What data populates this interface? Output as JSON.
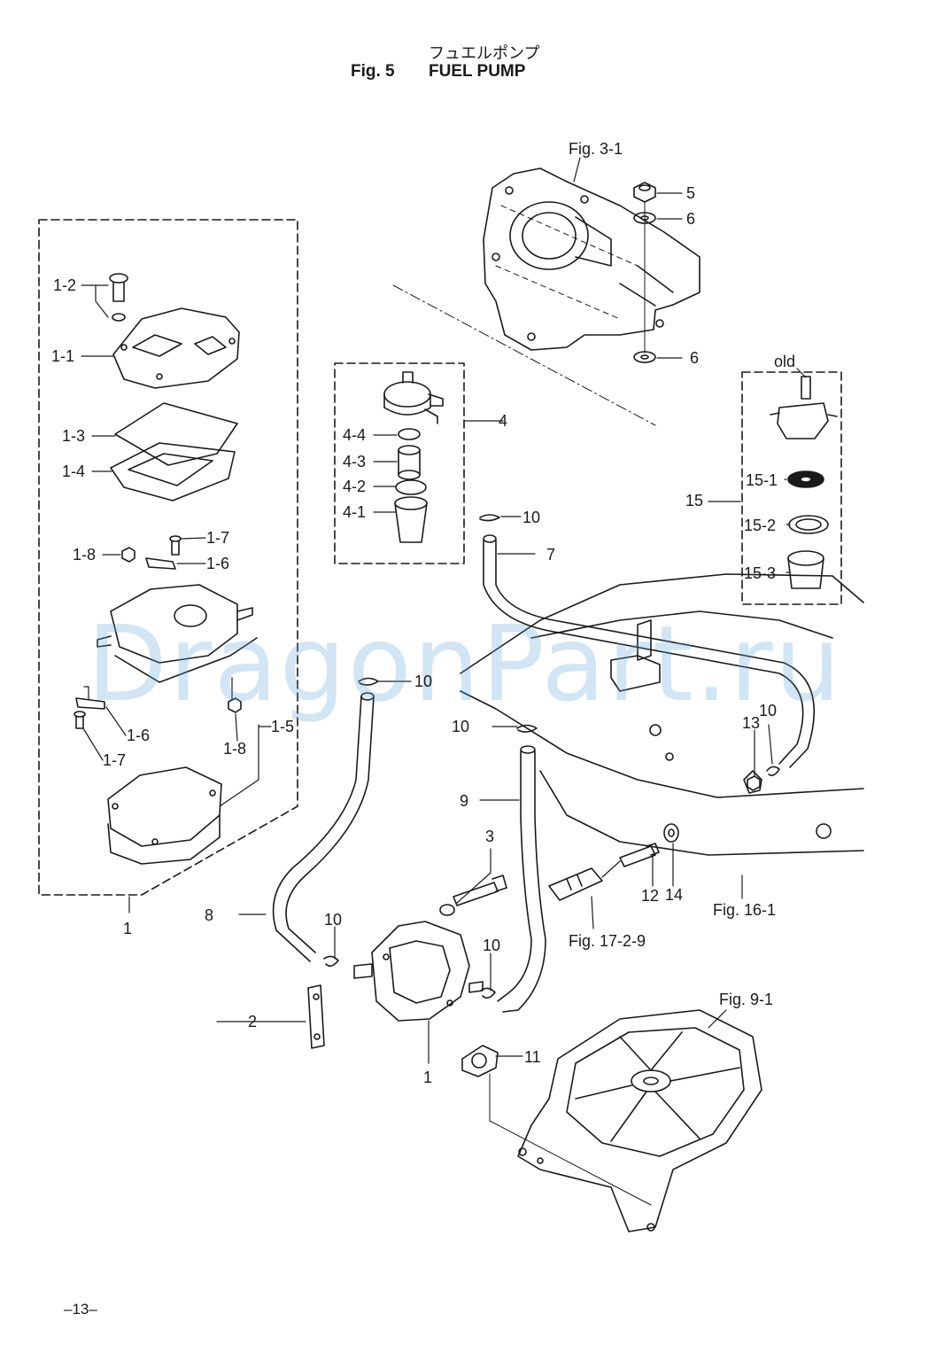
{
  "header": {
    "japanese_title": "フュエルポンプ",
    "fig_number": "Fig. 5",
    "title": "FUEL PUMP"
  },
  "watermark": "DragonPart.ru",
  "page_number": "–13–",
  "references": {
    "fig_3_1": "Fig. 3-1",
    "fig_16_1": "Fig. 16-1",
    "fig_17_2_9": "Fig. 17-2-9",
    "fig_9_1": "Fig. 9-1",
    "old": "old"
  },
  "callouts": {
    "c_1_2": "1-2",
    "c_1_1": "1-1",
    "c_1_3": "1-3",
    "c_1_4": "1-4",
    "c_1_7a": "1-7",
    "c_1_8a": "1-8",
    "c_1_6a": "1-6",
    "c_1_6b": "1-6",
    "c_1_7b": "1-7",
    "c_1_8b": "1-8",
    "c_1_5": "1-5",
    "c_1a": "1",
    "c_1b": "1",
    "c_2": "2",
    "c_3": "3",
    "c_4": "4",
    "c_4_1": "4-1",
    "c_4_2": "4-2",
    "c_4_3": "4-3",
    "c_4_4": "4-4",
    "c_5": "5",
    "c_6a": "6",
    "c_6b": "6",
    "c_7": "7",
    "c_8": "8",
    "c_9": "9",
    "c_10a": "10",
    "c_10b": "10",
    "c_10c": "10",
    "c_10d": "10",
    "c_10e": "10",
    "c_10f": "10",
    "c_11": "11",
    "c_12": "12",
    "c_13": "13",
    "c_14": "14",
    "c_15": "15",
    "c_15_1": "15-1",
    "c_15_2": "15-2",
    "c_15_3": "15-3"
  }
}
